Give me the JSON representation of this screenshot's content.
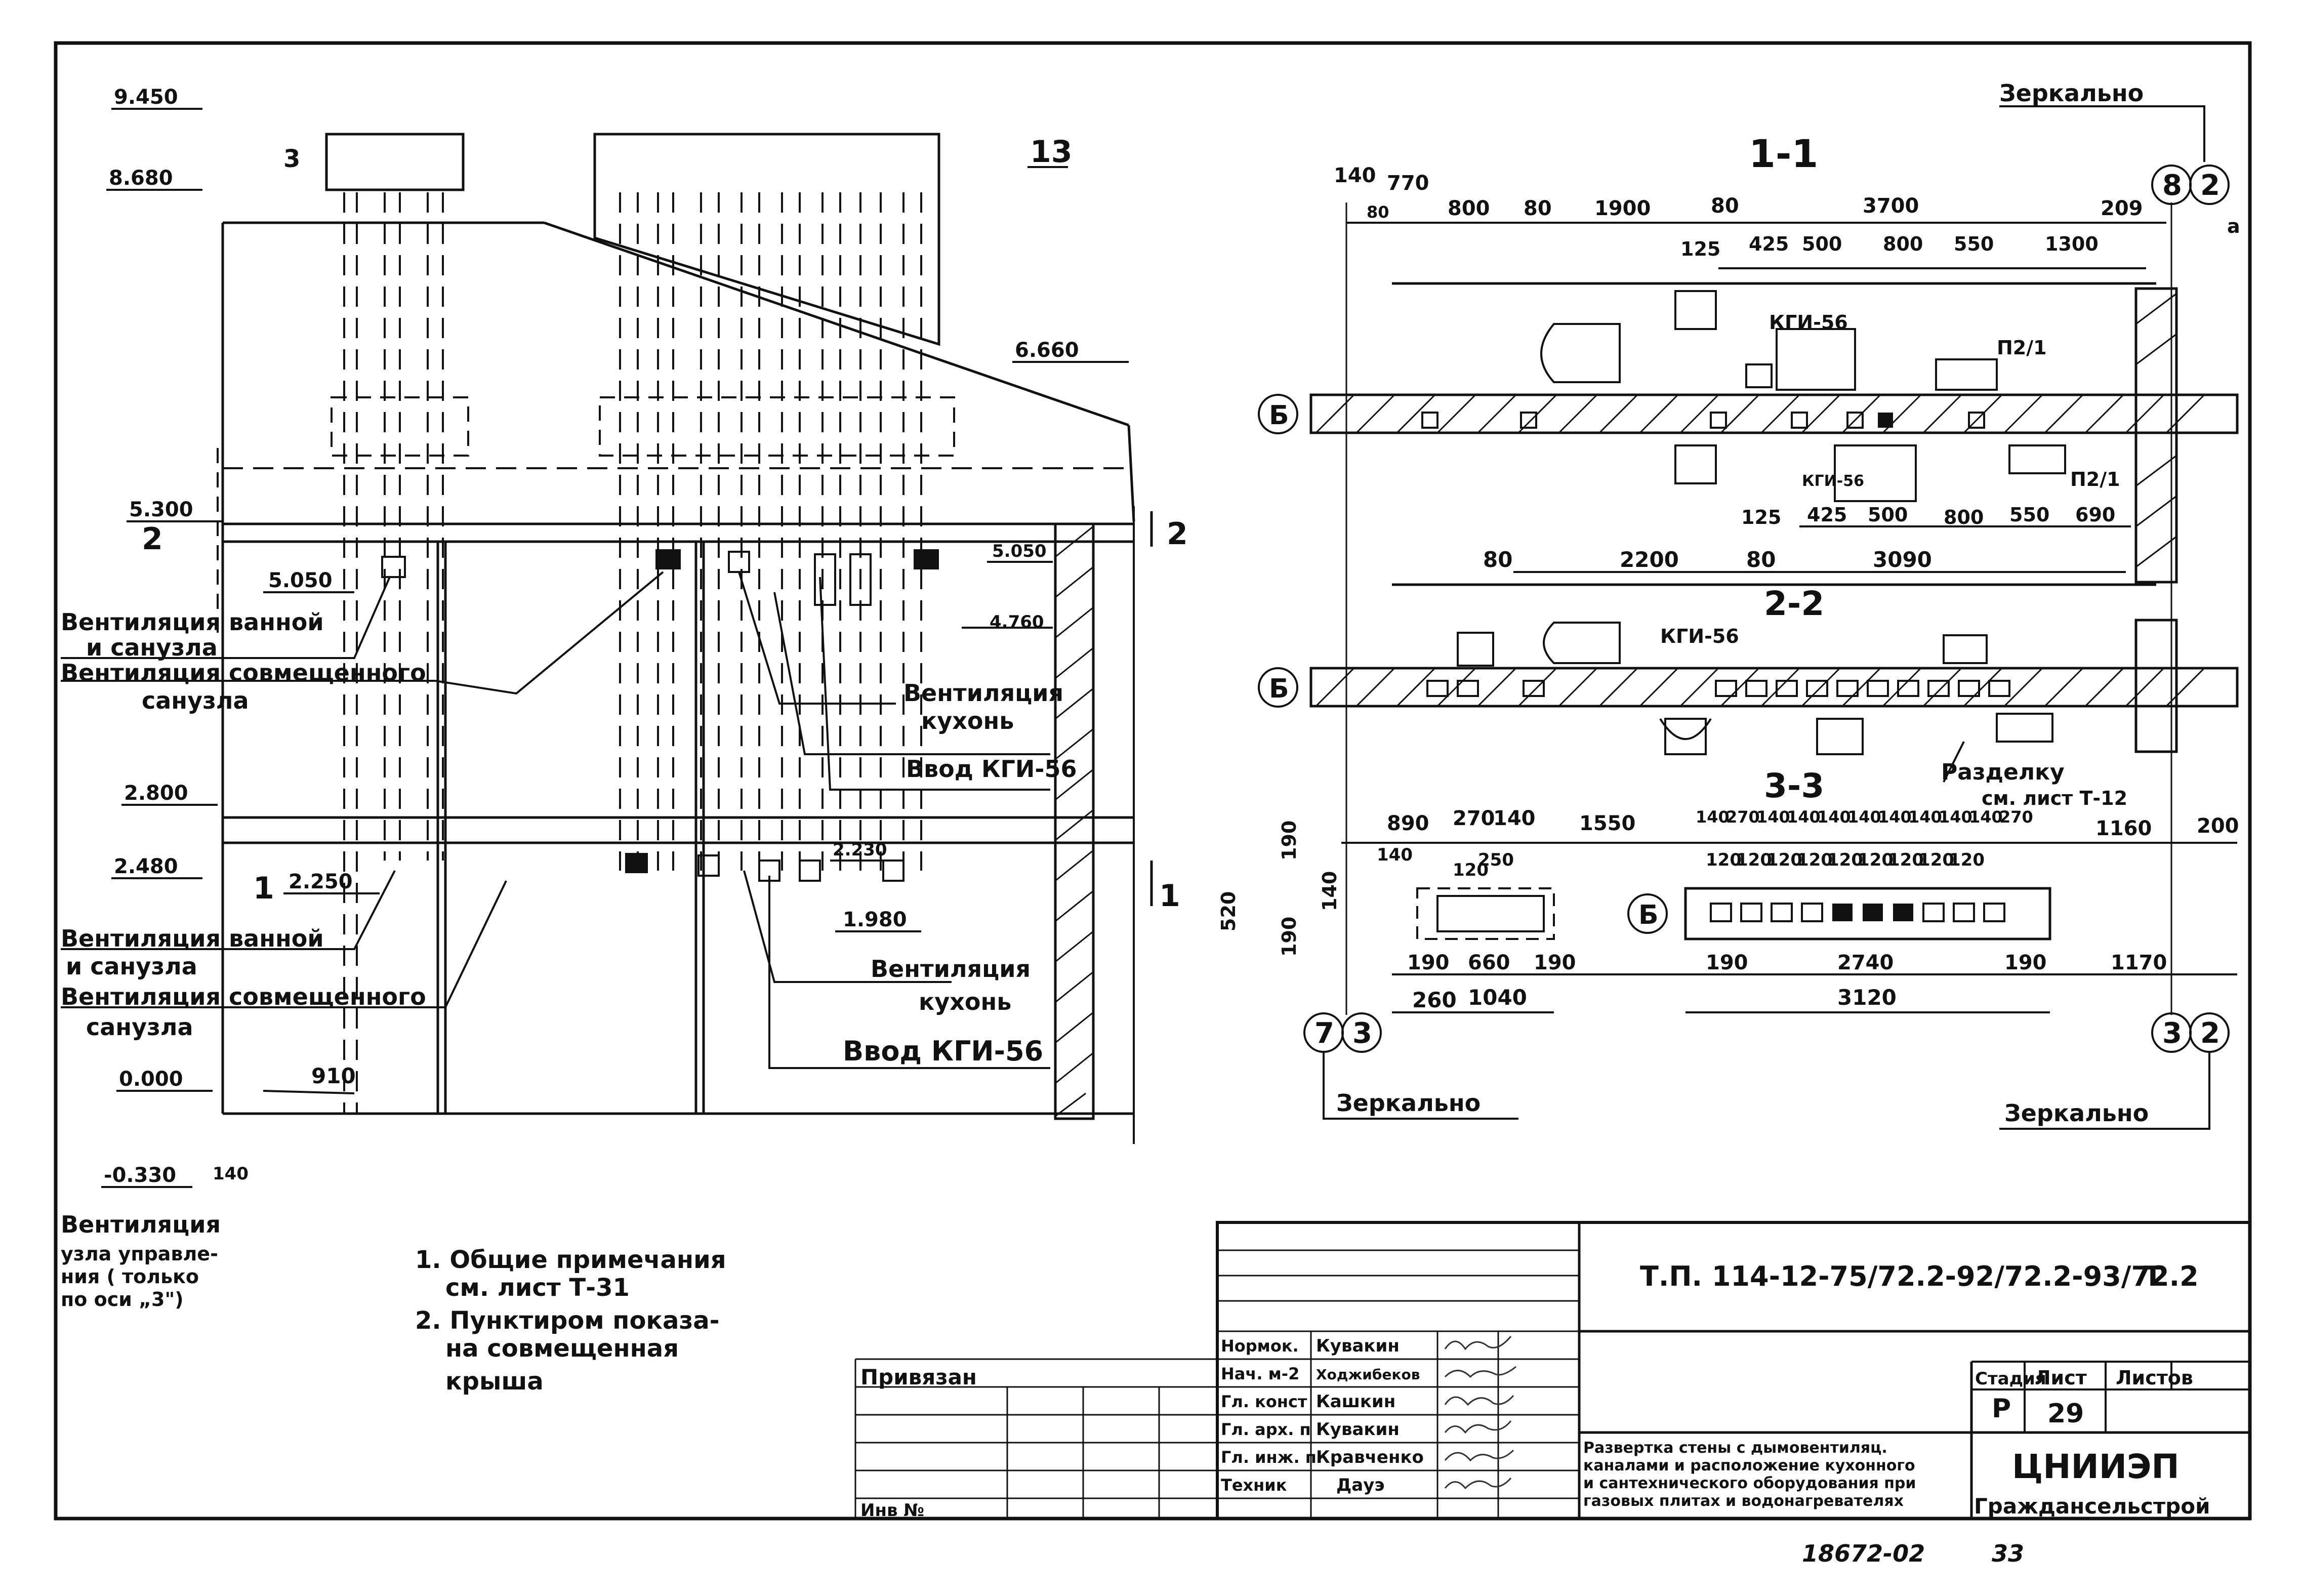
{
  "elev": {
    "levels": [
      "9.450",
      "8.680",
      "6.660",
      "5.300",
      "5.050",
      "4.760",
      "5.050",
      "2.800",
      "2.480",
      "2.250",
      "2.230",
      "1.980",
      "0.000",
      "-0.330"
    ],
    "dim_910": "910",
    "dim_140": "140",
    "sec_3": "3",
    "sec_13": "13",
    "sec_2": "2",
    "sec_21": "2",
    "sec_1": "1",
    "sec_11": "1",
    "labels": {
      "vent_bath_1a": "Вентиляция ванной",
      "vent_bath_1b": "и санузла",
      "vent_comb_1a": "Вентиляция совмещенного",
      "vent_comb_1b": "санузла",
      "vent_kitchen_1a": "Вентиляция",
      "vent_kitchen_1b": "кухонь",
      "input_kgi_1": "Ввод КГИ-56",
      "vent_bath_2a": "Вентиляция ванной",
      "vent_bath_2b": "и санузла",
      "vent_comb_2a": "Вентиляция совмещенного",
      "vent_comb_2b": "санузла",
      "vent_kitchen_2a": "Вентиляция",
      "vent_kitchen_2b": "кухонь",
      "input_kgi_2": "Ввод КГИ-56",
      "vent_node_a": "Вентиляция",
      "vent_node_b": "узла управле-",
      "vent_node_c": "ния ( только",
      "vent_node_d": "по оси „3\")"
    }
  },
  "notes": [
    "1. Общие примечания",
    "см. лист Т-31",
    "2. Пунктиром показа-",
    "на совмещенная",
    "крыша"
  ],
  "plan": {
    "mirror_top": "Зеркально",
    "mirror_bl": "Зеркально",
    "mirror_br": "Зеркально",
    "sec11": "1-1",
    "sec22": "2-2",
    "sec33": "3-3",
    "axes": {
      "a8": "8",
      "a2": "2",
      "a7": "7",
      "a3": "3",
      "b3": "3",
      "b2": "2",
      "ax_a": "а"
    },
    "axis_b": "Б",
    "top_dims": [
      "140",
      "770",
      "80",
      "800",
      "80",
      "1900",
      "80",
      "3700",
      "209"
    ],
    "sub_dims": [
      "125",
      "425",
      "500",
      "800",
      "550",
      "1300"
    ],
    "mid_dims": [
      "125",
      "425",
      "500",
      "800",
      "550",
      "690"
    ],
    "bot_dims": [
      "80",
      "2200",
      "80",
      "3090"
    ],
    "kgi_1": "КГИ-56",
    "kgi_2": "КГИ-56",
    "kgi_3": "КГИ-56",
    "p21a": "П2/1",
    "p21b": "П2/1",
    "razdelku_a": "Разделку",
    "razdelku_b": "см. лист Т-12",
    "s33_top": [
      "890",
      "270",
      "140",
      "1550",
      "140",
      "270",
      "140",
      "140",
      "140",
      "140",
      "140",
      "140",
      "140",
      "140",
      "270",
      "1160",
      "200"
    ],
    "s33_sub": [
      "140",
      "120",
      "250",
      "120",
      "120",
      "120",
      "120",
      "120",
      "120",
      "120",
      "120",
      "120"
    ],
    "s33_left": [
      "190",
      "520",
      "190",
      "140"
    ],
    "s33_bot": [
      "190",
      "660",
      "190",
      "190",
      "2740",
      "190",
      "1170"
    ],
    "s33_bot2": [
      "260",
      "1040",
      "3120"
    ]
  },
  "stamp": {
    "code": "Т.П. 114-12-75/72.2-92/72.2-93/72.2",
    "code_t": "Т",
    "roles": [
      "Нормок.",
      "Нач. м-2",
      "Гл. конст",
      "Гл. арх. п",
      "Гл. инж. п",
      "Техник"
    ],
    "names": [
      "Кувакин",
      "Ходжибеков",
      "Кашкин",
      "Кувакин",
      "Кравченко",
      "Дауэ"
    ],
    "privyazan": "Привязан",
    "inv": "Инв №",
    "stage_h": "Стадия",
    "sheet_h": "Лист",
    "sheets_h": "Листов",
    "stage": "Р",
    "sheet": "29",
    "title": [
      "Развертка стены с дымовентиляц.",
      "каналами и расположение кухонного",
      "и сантехнического оборудования при",
      "газовых плитах и водонагревателях"
    ],
    "org1": "ЦНИИЭП",
    "org2": "Граждансельстрой"
  },
  "footer": {
    "archive": "18672-02",
    "page": "33"
  }
}
